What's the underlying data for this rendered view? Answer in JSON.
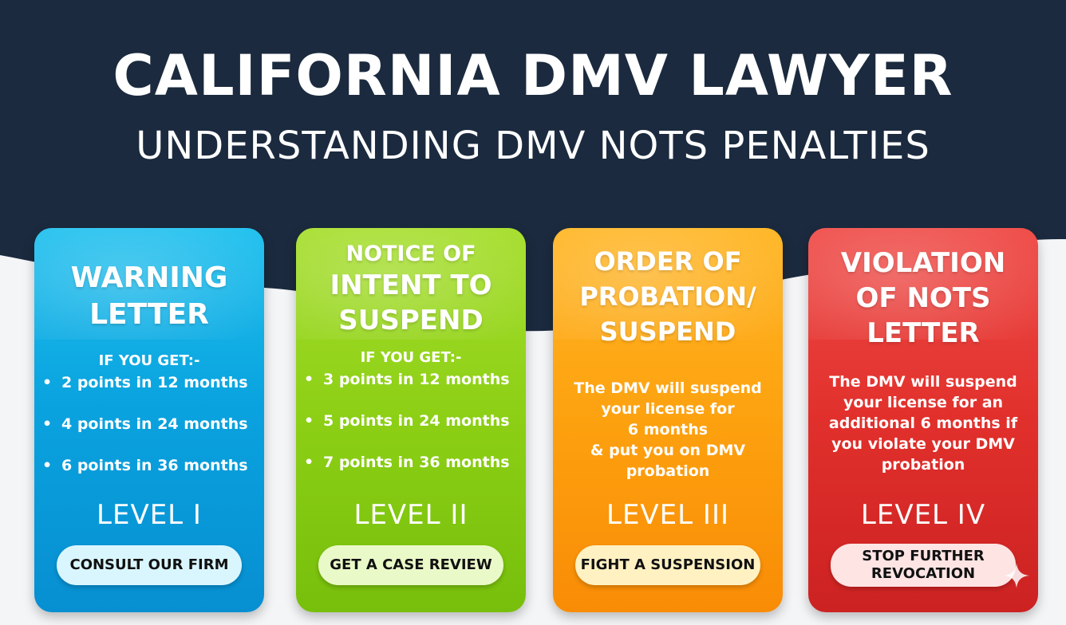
{
  "header": {
    "title": "CALIFORNIA DMV LAWYER",
    "subtitle": "UNDERSTANDING DMV NOTS PENALTIES"
  },
  "colors": {
    "background_dark": "#1b2a3e",
    "card1": "#0aa3df",
    "card2": "#8ccf15",
    "card3": "#fda10f",
    "card4": "#e1302c"
  },
  "cards": [
    {
      "title_lines": [
        "WARNING",
        "LETTER"
      ],
      "if_label": "IF YOU GET:-",
      "bullets": [
        "2 points in 12 months",
        "4 points in 24 months",
        "6 points in 36 months"
      ],
      "level": "LEVEL I",
      "button": "CONSULT OUR FIRM"
    },
    {
      "title_lines": [
        "NOTICE OF",
        "INTENT TO",
        "SUSPEND"
      ],
      "if_label": "IF YOU GET:-",
      "bullets": [
        "3 points in 12 months",
        "5 points in 24 months",
        "7 points in 36 months"
      ],
      "level": "LEVEL II",
      "button": "GET A CASE REVIEW"
    },
    {
      "title_lines": [
        "ORDER OF",
        "PROBATION/",
        "SUSPEND"
      ],
      "description_lines": [
        "The DMV will suspend",
        "your license for",
        "6 months",
        "& put you on DMV",
        "probation"
      ],
      "level": "LEVEL III",
      "button": "FIGHT A SUSPENSION"
    },
    {
      "title_lines": [
        "VIOLATION",
        "OF NOTS",
        "LETTER"
      ],
      "description_lines": [
        "The DMV will suspend",
        "your license for an",
        "additional 6 months if",
        "you violate your DMV",
        "probation"
      ],
      "level": "LEVEL IV",
      "button_lines": [
        "STOP FURTHER",
        "REVOCATION"
      ]
    }
  ]
}
